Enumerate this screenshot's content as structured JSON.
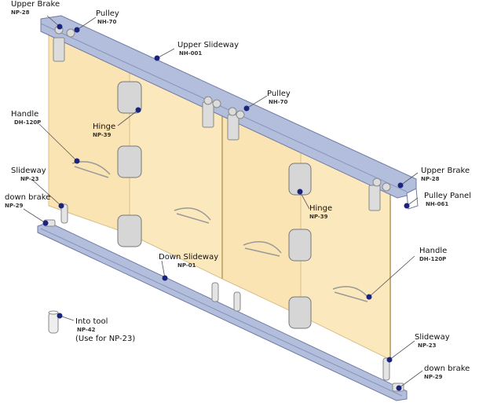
{
  "colors": {
    "panel": "#fbe8bd",
    "panel_edge": "#d8bf8a",
    "rail": "#b3bedc",
    "rail_edge": "#6e7aa3",
    "marker": "#1a237e",
    "hardware": "#d6d6d6"
  },
  "labels": {
    "upper_brake_left": {
      "name": "Upper Brake",
      "code": "NP-28"
    },
    "pulley_left": {
      "name": "Pulley",
      "code": "NH-70"
    },
    "upper_slideway": {
      "name": "Upper Slideway",
      "code": "NH-001"
    },
    "pulley_center": {
      "name": "Pulley",
      "code": "NH-70"
    },
    "handle_left": {
      "name": "Handle",
      "code": "DH-120P"
    },
    "hinge_left": {
      "name": "Hinge",
      "code": "NP-39"
    },
    "slideway_left": {
      "name": "Slideway",
      "code": "NP-23"
    },
    "down_brake_left": {
      "name": "down brake",
      "code": "NP-29"
    },
    "upper_brake_right": {
      "name": "Upper Brake",
      "code": "NP-28"
    },
    "pulley_panel": {
      "name": "Pulley Panel",
      "code": "NH-061"
    },
    "hinge_right": {
      "name": "Hinge",
      "code": "NP-39"
    },
    "down_slideway": {
      "name": "Down Slideway",
      "code": "NP-01"
    },
    "handle_right": {
      "name": "Handle",
      "code": "DH-120P"
    },
    "into_tool": {
      "name": "Into tool",
      "code": "NP-42",
      "note": "(Use for NP-23)"
    },
    "slideway_right": {
      "name": "Slideway",
      "code": "NP-23"
    },
    "down_brake_right": {
      "name": "down brake",
      "code": "NP-29"
    }
  }
}
